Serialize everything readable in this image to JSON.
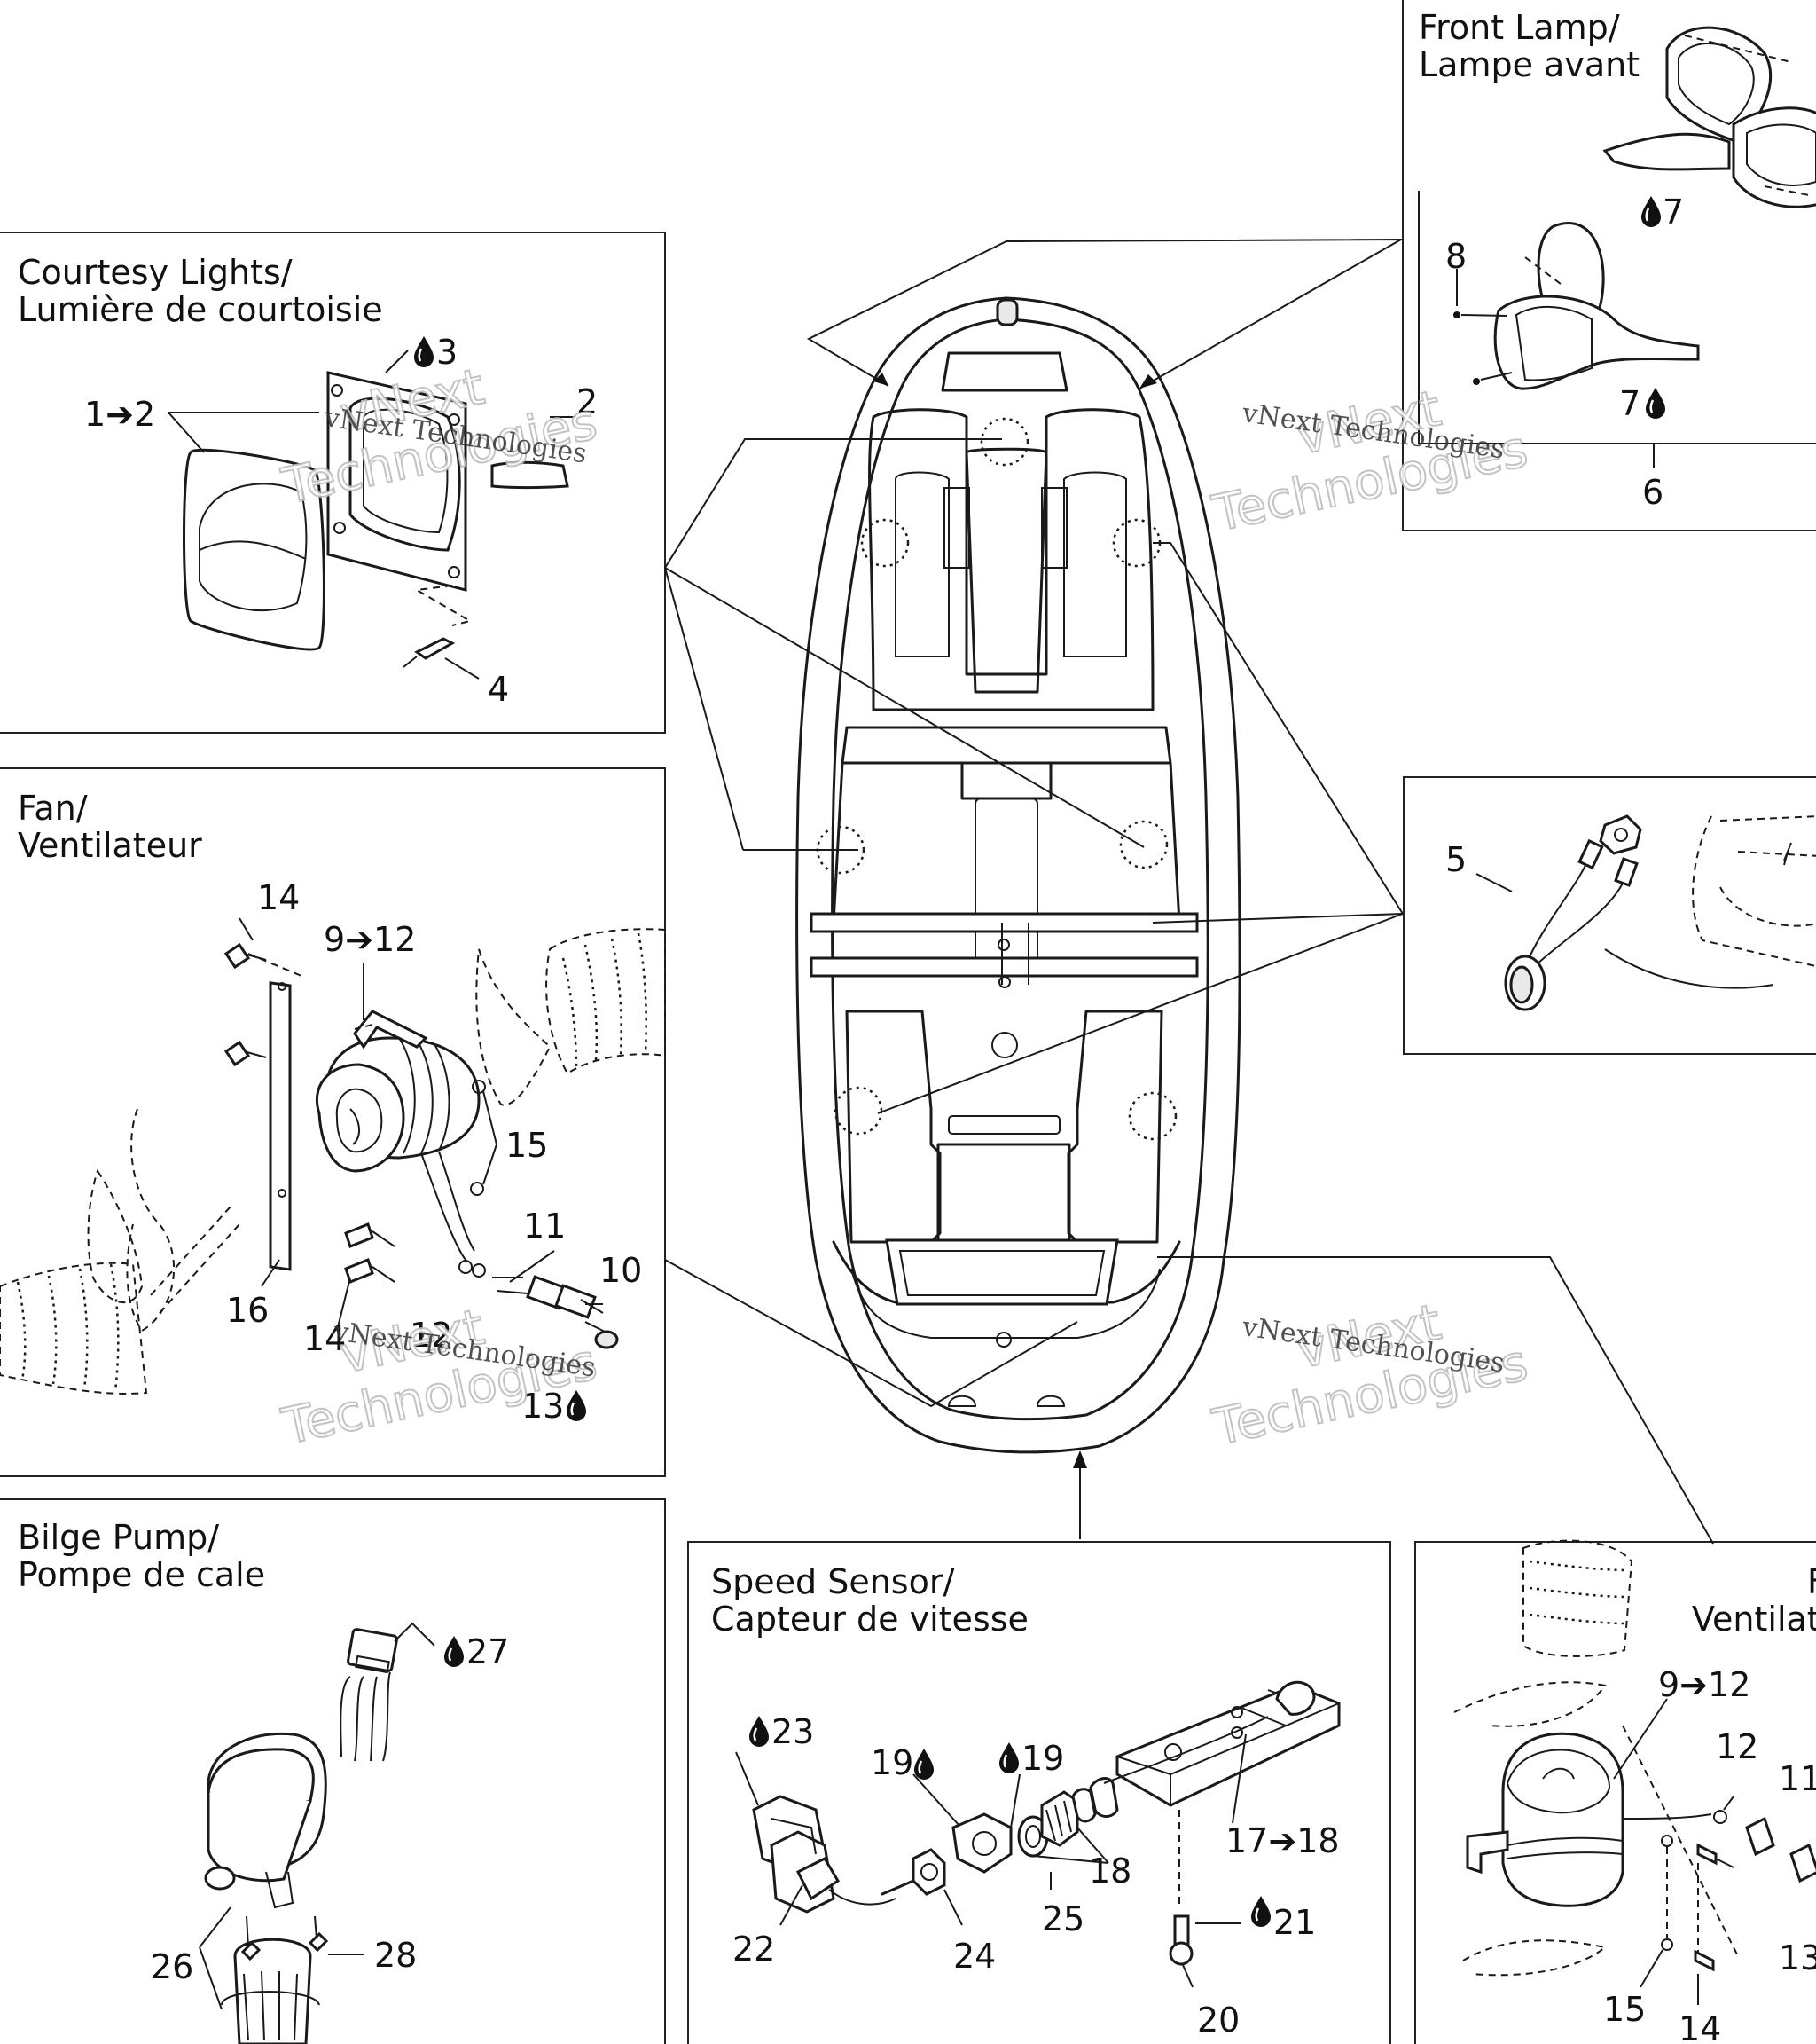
{
  "panels": {
    "front_lamp": {
      "title_line1": "Front Lamp/",
      "title_line2": "Lampe avant"
    },
    "courtesy": {
      "title_line1": "Courtesy Lights/",
      "title_line2": "Lumière de courtoisie"
    },
    "fan": {
      "title_line1": "Fan/",
      "title_line2": "Ventilateur"
    },
    "bilge": {
      "title_line1": "Bilge Pump/",
      "title_line2": "Pompe de cale"
    },
    "speed": {
      "title_line1": "Speed Sensor/",
      "title_line2": "Capteur de vitesse"
    },
    "fan2": {
      "title_line1": "F",
      "title_line2": "Ventilat"
    }
  },
  "watermark": {
    "line1": "vNext Technologies",
    "line2a": "vNext",
    "line2b": "Technologies"
  },
  "callouts": {
    "c1_2": "1➔2",
    "c3": "3",
    "c2": "2",
    "c4": "4",
    "c5": "5",
    "c6": "6",
    "c7a": "7",
    "c7b": "7",
    "c8": "8",
    "c14a": "14",
    "c9_12": "9➔12",
    "c15": "15",
    "c16": "16",
    "c11": "11",
    "c10": "10",
    "c14b": "14",
    "c12": "12",
    "c13": "13",
    "c27": "27",
    "c26": "26",
    "c28": "28",
    "c23": "23",
    "c19a": "19",
    "c19b": "19",
    "c17_18": "17➔18",
    "c18": "18",
    "c22": "22",
    "c24": "24",
    "c25": "25",
    "c21": "21",
    "c20": "20",
    "r9_12": "9➔12",
    "r12": "12",
    "r11": "11",
    "r13": "13",
    "r15": "15",
    "r14": "14"
  },
  "icons": {
    "drop": "drop-icon",
    "arrow": "arrow-right-icon"
  }
}
